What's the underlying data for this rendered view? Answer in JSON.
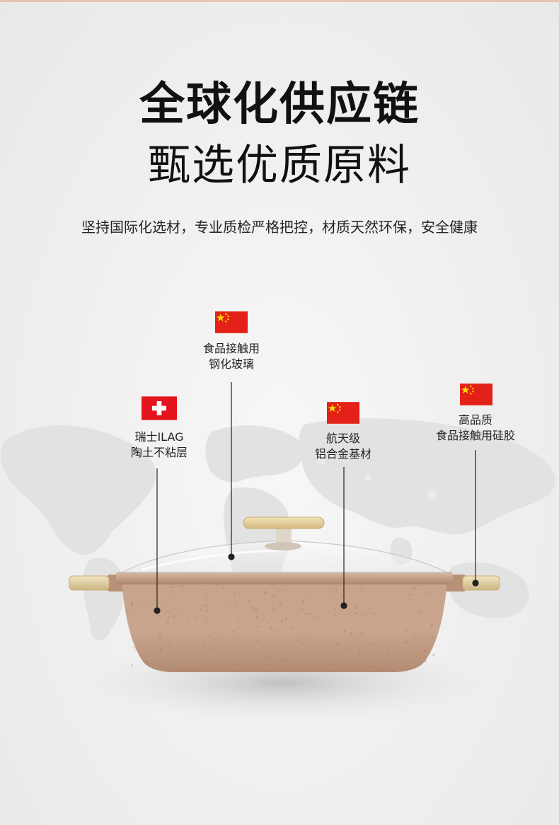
{
  "heading": {
    "title": "全球化供应链",
    "subtitle": "甄选优质原料",
    "tagline": "坚持国际化选材，专业质检严格把控，材质天然环保，安全健康"
  },
  "callouts": [
    {
      "id": "glass",
      "flag": "china-flag-icon",
      "line1": "食品接触用",
      "line2": "钢化玻璃"
    },
    {
      "id": "coating",
      "flag": "switzerland-flag-icon",
      "line1": "瑞士ILAG",
      "line2": "陶土不粘层"
    },
    {
      "id": "aluminum",
      "flag": "china-flag-icon",
      "line1": "航天级",
      "line2": "铝合金基材"
    },
    {
      "id": "silicone",
      "flag": "china-flag-icon",
      "line1": "高品质",
      "line2": "食品接触用硅胶"
    }
  ],
  "colors": {
    "china_red": "#e32118",
    "china_star": "#ffde00",
    "swiss_red": "#e5141c",
    "pot_body": "#c9a58d",
    "pot_rim": "#b99179",
    "handle_gold": "#e8d5a6",
    "leader_line": "#222222"
  }
}
